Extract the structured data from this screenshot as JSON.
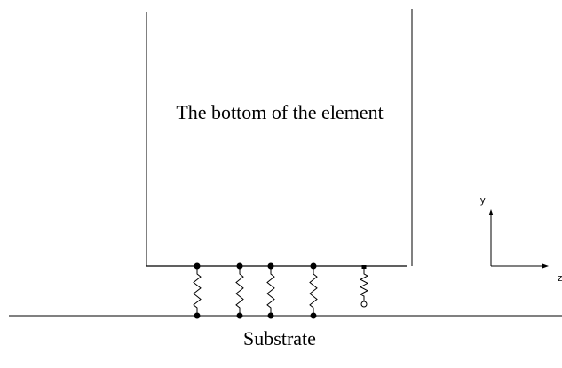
{
  "element": {
    "label": "The bottom of the element"
  },
  "substrate": {
    "label": "Substrate"
  },
  "axes": {
    "y_label": "y",
    "z_label": "z"
  },
  "springs": [
    {
      "id": 1,
      "type": "connected",
      "bottom_node": "filled"
    },
    {
      "id": 2,
      "type": "connected",
      "bottom_node": "filled"
    },
    {
      "id": 3,
      "type": "connected",
      "bottom_node": "filled"
    },
    {
      "id": 4,
      "type": "connected",
      "bottom_node": "filled"
    },
    {
      "id": 5,
      "type": "detached",
      "bottom_node": "open"
    }
  ],
  "colors": {
    "line": "#000000",
    "background": "#ffffff"
  }
}
